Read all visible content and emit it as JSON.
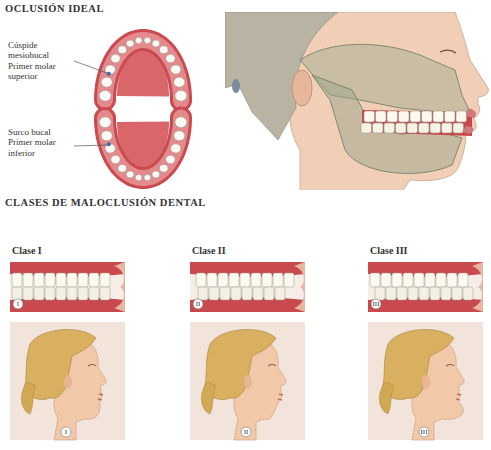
{
  "diagram": {
    "title": "OCLUSIÓN IDEAL",
    "labels": [
      "Cúspide mesiobucal Primer molar superior",
      "Surco bucal Primer molar inferior",
      "CLASES DE MALOCLUSIÓN DENTAL",
      "Clase I",
      "Clase II",
      "Clase III",
      "I",
      "II",
      "III",
      "I",
      "II",
      "III"
    ]
  }
}
